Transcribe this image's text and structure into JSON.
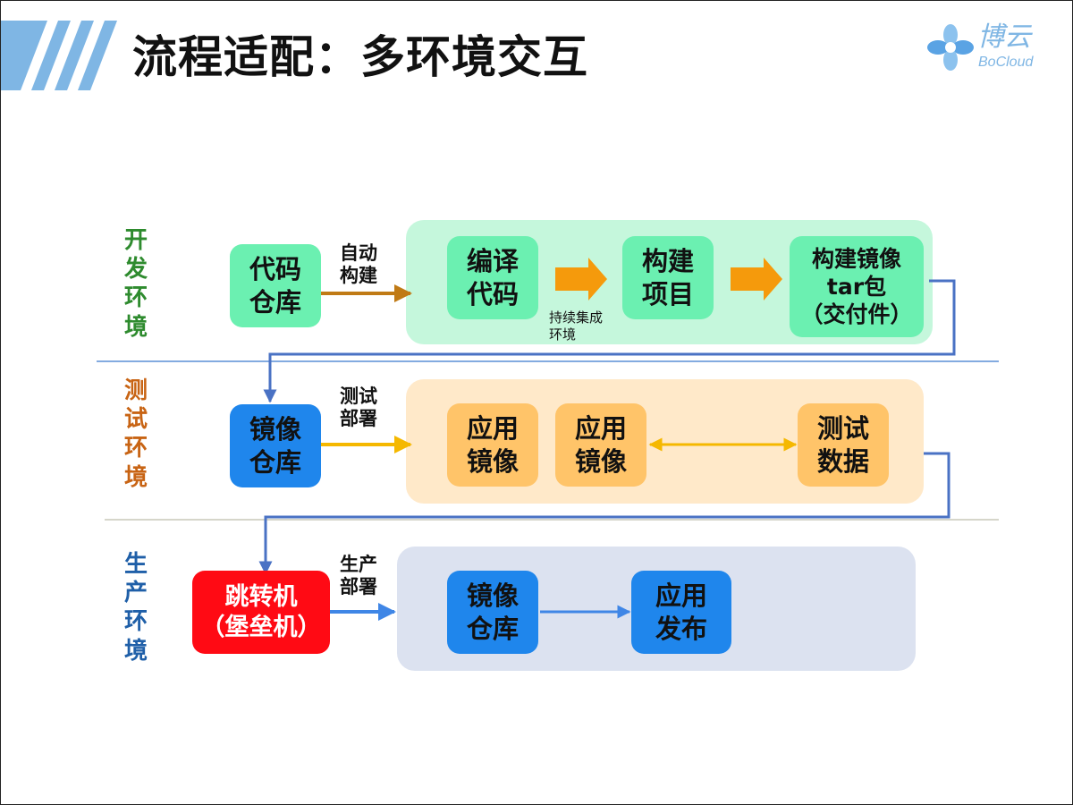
{
  "title": "流程适配：多环境交互",
  "logo": {
    "cn": "博云",
    "en": "BoCloud"
  },
  "stages": {
    "dev": "开\n发\n环\n境",
    "test": "测\n试\n环\n境",
    "prod": "生\n产\n环\n境"
  },
  "dev": {
    "repo": "代码\n仓库",
    "arrow_label": "自动\n构建",
    "compile": "编译\n代码",
    "ci_label": "持续集成\n环境",
    "build": "构建\n项目",
    "image_pkg": "构建镜像\ntar包\n（交付件）"
  },
  "test": {
    "repo": "镜像\n仓库",
    "arrow_label": "测试\n部署",
    "app_image_1": "应用\n镜像",
    "app_image_2": "应用\n镜像",
    "test_data": "测试\n数据"
  },
  "prod": {
    "jump_host": "跳转机\n（堡垒机）",
    "arrow_label": "生产\n部署",
    "repo": "镜像\n仓库",
    "release": "应用\n发布"
  },
  "colors": {
    "dev_stage": "#2e8b2e",
    "test_stage": "#c86414",
    "prod_stage": "#1f5fa8",
    "dev_panel": "#c5f7dc",
    "test_panel": "#ffe9c9",
    "prod_panel": "#dce2f0",
    "brown_arrow": "#c07a15",
    "orange_arrow": "#f59a0c",
    "yellow_arrow": "#f5b800",
    "blue_arrow": "#3f86e6",
    "connector": "#4a72c4"
  }
}
